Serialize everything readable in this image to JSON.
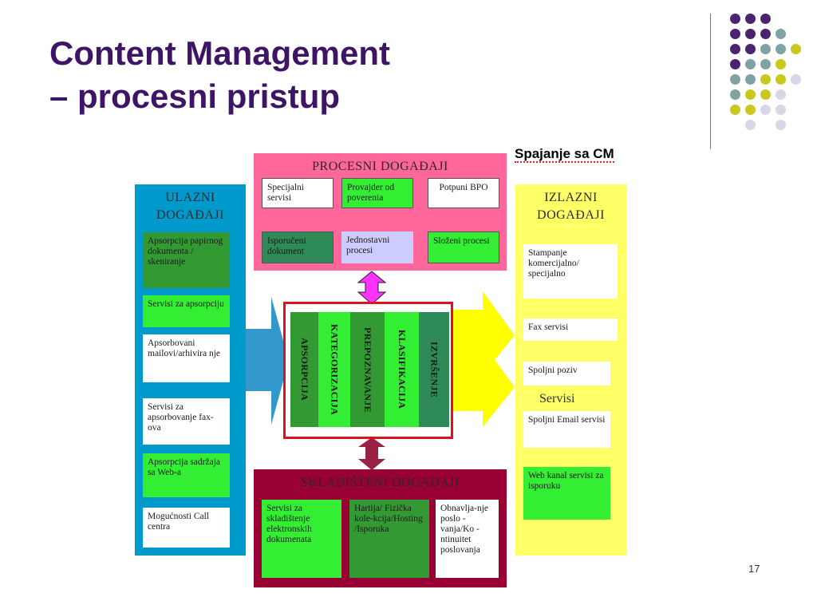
{
  "slide": {
    "title_line1": "Content Management",
    "title_line2": "– procesni pristup",
    "number": "17",
    "decor_colors": {
      "purple": "#4a2470",
      "teal": "#7fa3a3",
      "yellow": "#c8c81e",
      "lavender": "#d7d7ea"
    }
  },
  "diagram": {
    "annotation": "Spajanje sa CM",
    "input": {
      "heading_line1": "ULAZNI",
      "heading_line2": "DOGAĐAJI",
      "items": [
        "Apsorpcija papirnog dokumenta / skeniranje",
        "Servisi za apsorpciju",
        "Apsorbovani mailovi/arhivira nje",
        "Servisi za apsorbovanje fax-ova",
        "Apsorpcija sadržaja sa Web-a",
        "Mogućnosti Call centra"
      ]
    },
    "process": {
      "heading": "PROCESNI DOGAĐAJI",
      "items": [
        "Specijalni servisi",
        "Provajder od poverenia",
        "Potpuni BPO",
        "Isporučeni dokument",
        "Jednostavni procesi",
        "Složeni procesi"
      ]
    },
    "core": {
      "columns": [
        "APSORPCIJA",
        "KATEGORIZACIJA",
        "PREPOZNAVANJE",
        "KLASIFIKACIJA",
        "IZVRŠENJE"
      ]
    },
    "storage": {
      "heading": "SKLADIŠTENI DOGAĐAJI",
      "items": [
        "Servisi za skladištenje elektronskih dokumenata",
        "Hartija/ Fizička kole-kcija/Hosting /Isporuka",
        "Obnavlja-nje poslo -vanja/Ko -ntinuitet poslovanja"
      ]
    },
    "output": {
      "heading_line1": "IZLAZNI",
      "heading_line2": "DOGAĐAJI",
      "items": [
        "Stampanje komercijalno/ specijalno",
        "Fax servisi",
        "Spoljni poziv",
        "Spoljni Email servisi",
        "Web kanal servisi za isporuku"
      ],
      "services_label": "Servisi"
    }
  }
}
